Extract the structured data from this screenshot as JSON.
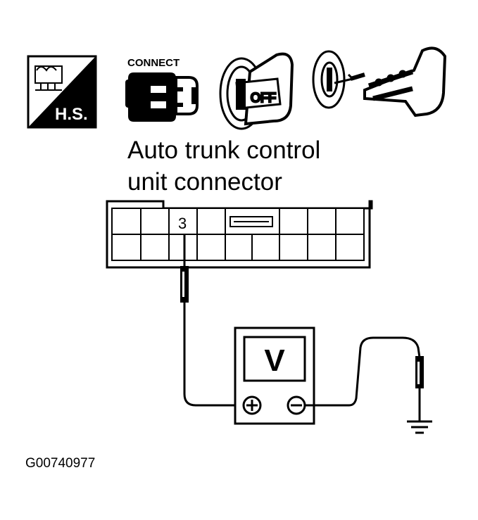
{
  "icons": {
    "harness_side_label": "H.S.",
    "connect_label": "CONNECT",
    "ignition_off_label": "OFF"
  },
  "title": {
    "line1": "Auto trunk control",
    "line2": "unit connector"
  },
  "connector": {
    "probed_terminal": "3"
  },
  "meter": {
    "mode_symbol": "V",
    "positive_symbol": "+",
    "negative_symbol": "−"
  },
  "figure_code": "G00740977",
  "colors": {
    "ink": "#000000",
    "paper": "#ffffff"
  }
}
